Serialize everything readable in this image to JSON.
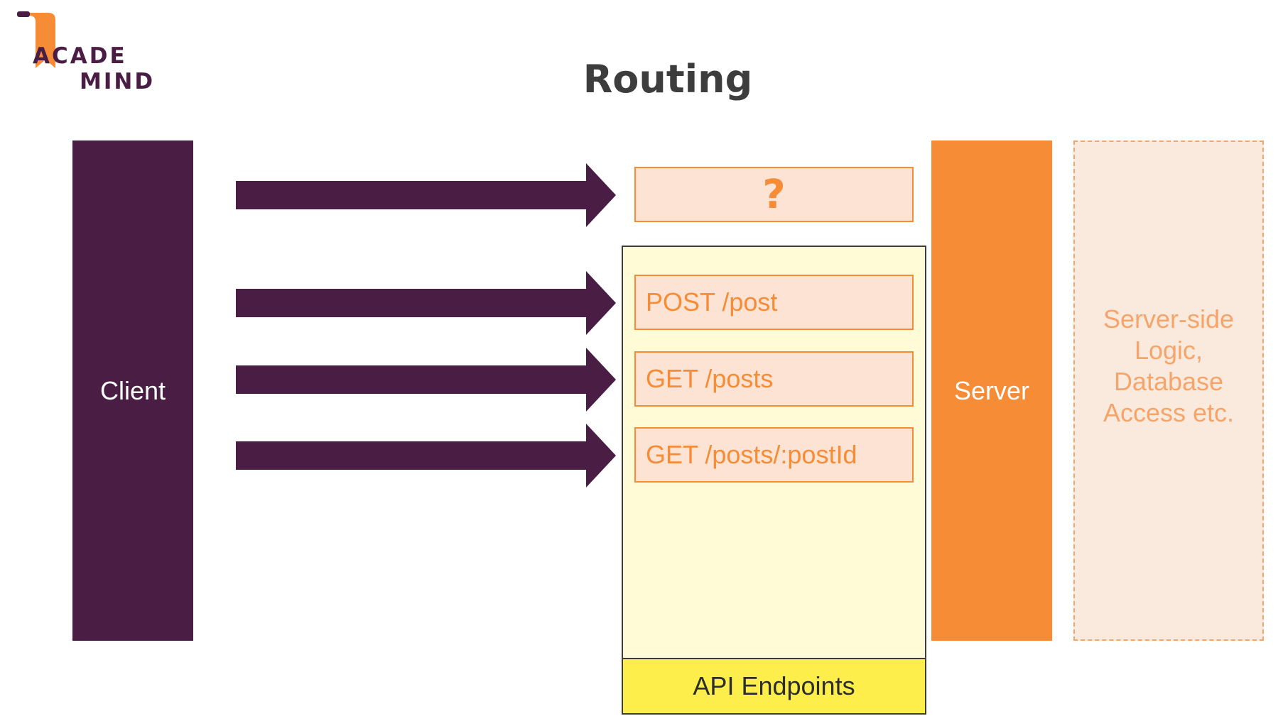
{
  "logo": {
    "line1": "ACADE",
    "line2": "MIND"
  },
  "title": "Routing",
  "client": {
    "label": "Client"
  },
  "unknown_route": {
    "label": "?"
  },
  "routes": [
    {
      "label": "POST /post"
    },
    {
      "label": "GET /posts"
    },
    {
      "label": "GET /posts/:postId"
    }
  ],
  "api_panel": {
    "label": "API Endpoints"
  },
  "server": {
    "label": "Server"
  },
  "server_logic": {
    "label": "Server-side Logic, Database Access etc."
  },
  "colors": {
    "purple": "#4a1d45",
    "orange": "#f78c37",
    "route_fill": "#fde3d3",
    "panel_fill": "#fffbd6",
    "footer_fill": "#fdee4b",
    "logic_fill": "#fae9dd"
  }
}
